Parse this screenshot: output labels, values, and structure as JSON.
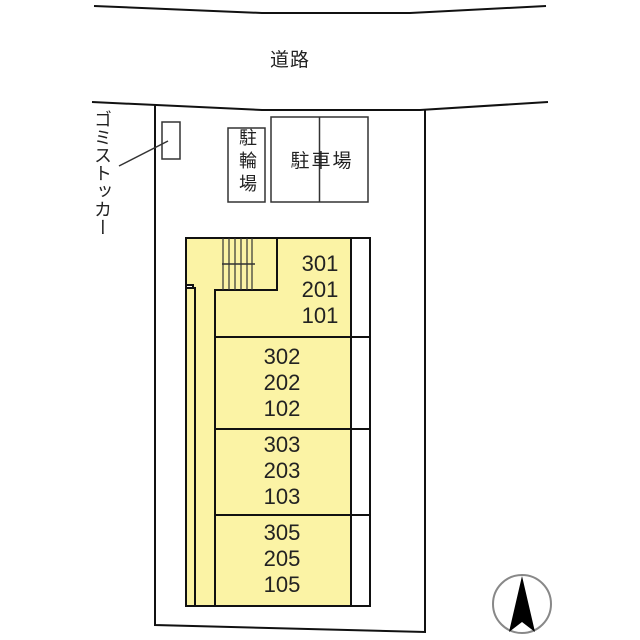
{
  "diagram": {
    "type": "site-layout",
    "road": {
      "label": "道路"
    },
    "garbage_stocker": {
      "label": "ゴミストッカー"
    },
    "bicycle_parking": {
      "label_lines": [
        "駐",
        "輪",
        "場"
      ]
    },
    "car_parking": {
      "label": "駐車場"
    },
    "colors": {
      "building_fill": "#fbf3a5",
      "line": "#111111",
      "background": "#ffffff"
    },
    "units": [
      {
        "rooms": [
          "301",
          "201",
          "101"
        ]
      },
      {
        "rooms": [
          "302",
          "202",
          "102"
        ]
      },
      {
        "rooms": [
          "303",
          "203",
          "103"
        ]
      },
      {
        "rooms": [
          "305",
          "205",
          "105"
        ]
      }
    ],
    "compass": {
      "label": "north-arrow"
    }
  }
}
